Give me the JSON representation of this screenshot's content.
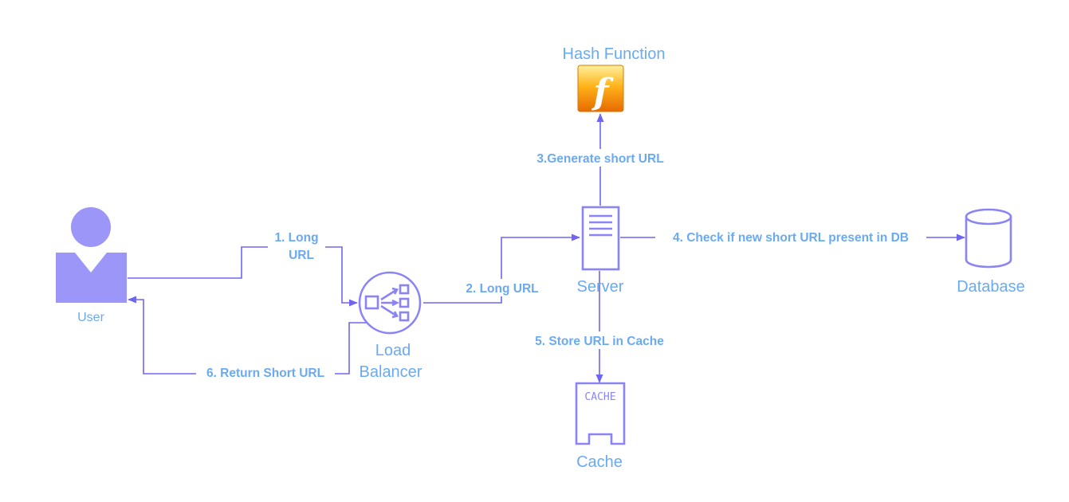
{
  "nodes": {
    "user": "User",
    "load_balancer": [
      "Load",
      "Balancer"
    ],
    "server": "Server",
    "hash_function": "Hash Function",
    "database": "Database",
    "cache": "Cache",
    "cache_icon_text": "CACHE",
    "hash_icon_glyph": "f"
  },
  "edges": {
    "e1": [
      "1. Long",
      "URL"
    ],
    "e2": "2. Long URL",
    "e3": "3.Generate short URL",
    "e4": "4. Check if new short URL present in DB",
    "e5": "5. Store URL in Cache",
    "e6": "6. Return Short URL"
  },
  "colors": {
    "edge": "#6e66f0",
    "shape_outline": "#8b84f4",
    "user_fill": "#9b96f8",
    "label_text": "#6aaaf2",
    "hash_icon_gradient": [
      "#fff1a0",
      "#ffb31a",
      "#e66a00"
    ]
  },
  "icons": {
    "user": "user-icon",
    "load_balancer": "load-balancer-icon",
    "server": "server-icon",
    "hash_function": "function-icon",
    "database": "database-icon",
    "cache": "cache-icon"
  }
}
